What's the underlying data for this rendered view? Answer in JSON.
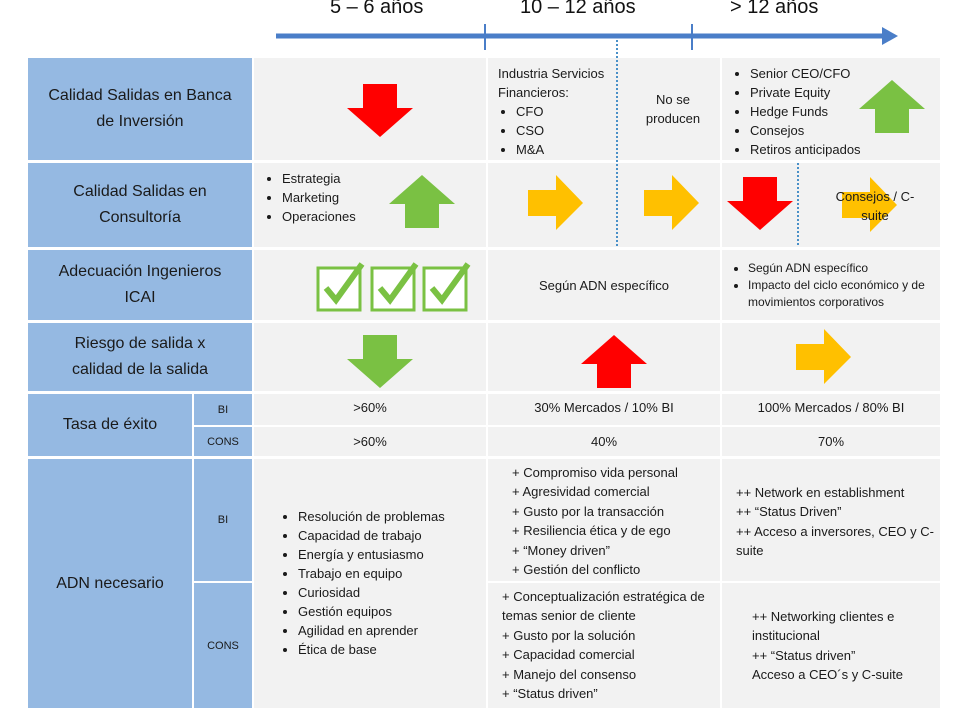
{
  "timeline": {
    "periods": [
      "5 – 6 años",
      "10 – 12 años",
      "> 12 años"
    ]
  },
  "rows": {
    "banca": {
      "label": "Calidad Salidas en Banca de Inversión",
      "col2_title": "Industria Servicios Financieros:",
      "col2_items": [
        "CFO",
        "CSO",
        "M&A"
      ],
      "col2_note": "No se producen",
      "col3_items": [
        "Senior CEO/CFO",
        "Private Equity",
        "Hedge Funds",
        "Consejos",
        "Retiros anticipados"
      ]
    },
    "consultoria": {
      "label": "Calidad Salidas en Consultoría",
      "col1_items": [
        "Estrategia",
        "Marketing",
        "Operaciones"
      ],
      "col3_note": "Consejos / C-suite"
    },
    "adecuacion": {
      "label": "Adecuación Ingenieros ICAI",
      "col2_text": "Según ADN específico",
      "col3_items": [
        "Según ADN específico",
        "Impacto del ciclo económico y de movimientos corporativos"
      ]
    },
    "riesgo": {
      "label": "Riesgo de salida x calidad de la salida"
    },
    "tasa": {
      "label": "Tasa de éxito",
      "bi_label": "BI",
      "cons_label": "CONS",
      "bi_values": [
        ">60%",
        "30% Mercados / 10% BI",
        "100% Mercados / 80% BI"
      ],
      "cons_values": [
        ">60%",
        "40%",
        "70%"
      ]
    },
    "adn": {
      "label": "ADN necesario",
      "bi_label": "BI",
      "cons_label": "CONS",
      "col1_items": [
        "Resolución de problemas",
        "Capacidad de trabajo",
        "Energía y entusiasmo",
        "Trabajo en equipo",
        "Curiosidad",
        "Gestión equipos",
        "Agilidad en aprender",
        "Ética de base"
      ],
      "bi_col2": "+ Compromiso vida personal\n+ Agresividad comercial\n+ Gusto por la transacción\n+ Resiliencia ética y de ego\n+ “Money driven”\n+ Gestión del conflicto",
      "bi_col3": "++ Network en establishment\n++ “Status Driven”\n++ Acceso a inversores, CEO y C- suite",
      "cons_col2": "+ Conceptualización estratégica de temas senior de cliente\n+ Gusto por la solución\n+ Capacidad comercial\n+ Manejo del consenso\n+ “Status driven”",
      "cons_col3": "++ Networking clientes e institucional\n++ “Status driven”\nAcceso a CEO´s y C-suite"
    }
  },
  "colors": {
    "header_blue": "#95b9e2",
    "cell_grey": "#f2f2f2",
    "arrow_red": "#ff0000",
    "arrow_green": "#7ac143",
    "arrow_yellow": "#ffc000",
    "timeline_blue": "#4a7ec8"
  }
}
